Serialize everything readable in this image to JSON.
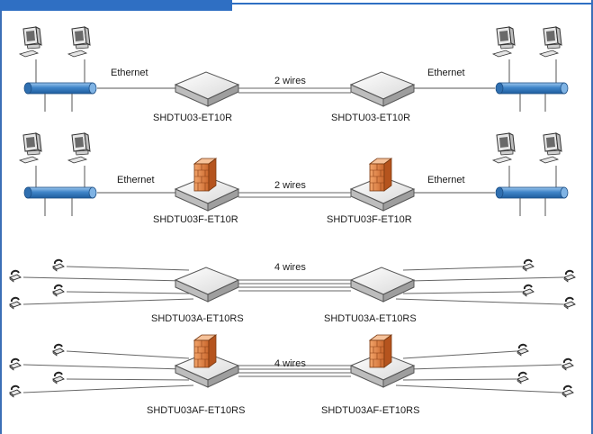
{
  "rows": [
    {
      "kind": "ethernet",
      "left_link": "Ethernet",
      "middle_link": "2 wires",
      "right_link": "Ethernet",
      "left_device": "SHDTU03-ET10R",
      "right_device": "SHDTU03-ET10R",
      "firewall": false
    },
    {
      "kind": "ethernet",
      "left_link": "Ethernet",
      "middle_link": "2 wires",
      "right_link": "Ethernet",
      "left_device": "SHDTU03F-ET10R",
      "right_device": "SHDTU03F-ET10R",
      "firewall": true
    },
    {
      "kind": "phones",
      "middle_link": "4 wires",
      "left_device": "SHDTU03A-ET10RS",
      "right_device": "SHDTU03A-ET10RS",
      "firewall": false
    },
    {
      "kind": "phones",
      "middle_link": "4 wires",
      "left_device": "SHDTU03AF-ET10RS",
      "right_device": "SHDTU03AF-ET10RS",
      "firewall": true
    }
  ],
  "colors": {
    "frame": "#2f6fc3",
    "bus": "#4a8fd1",
    "device_top": "#f4f4f4",
    "firewall": "#e58a4a"
  }
}
